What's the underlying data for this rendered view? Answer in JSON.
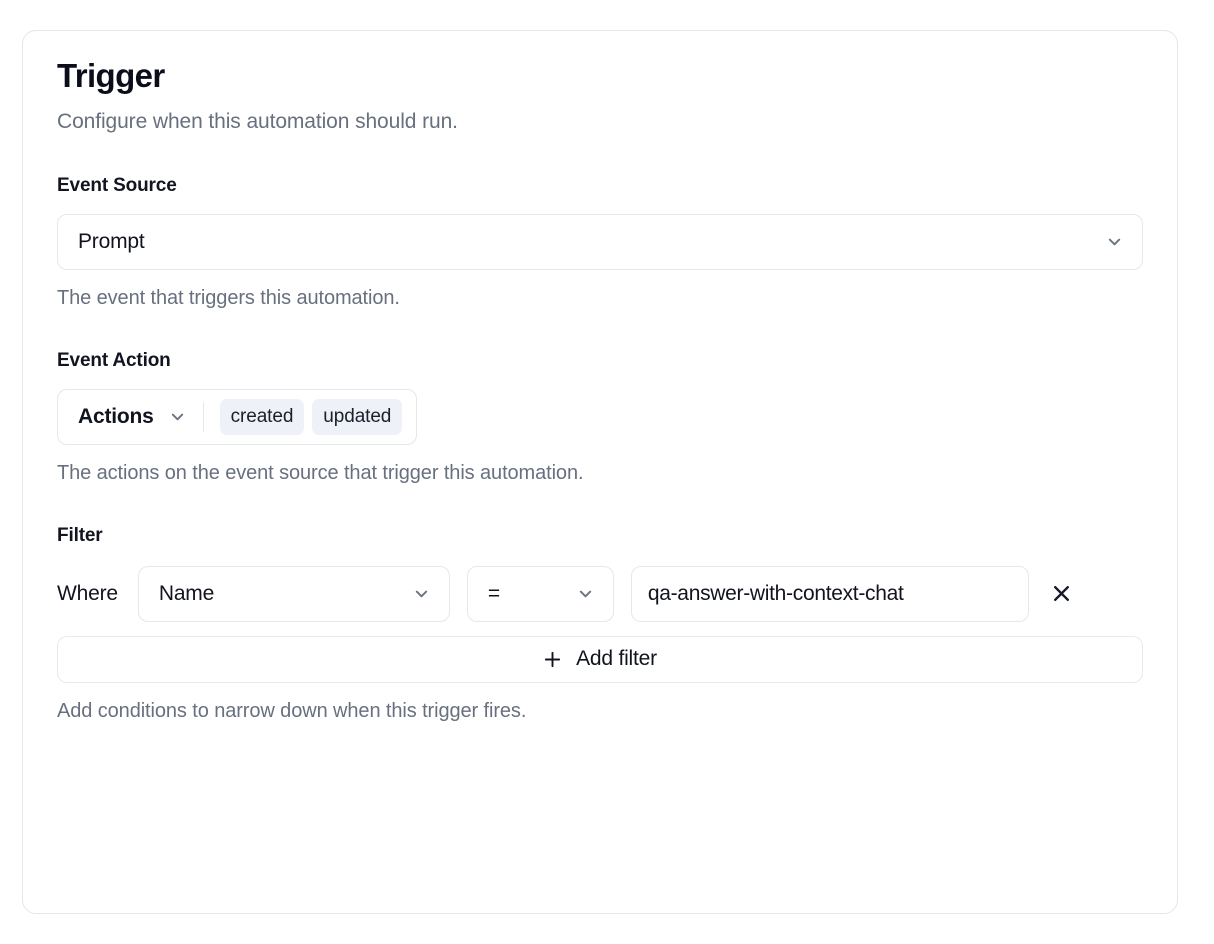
{
  "card": {
    "title": "Trigger",
    "subtitle": "Configure when this automation should run."
  },
  "event_source": {
    "label": "Event Source",
    "value": "Prompt",
    "help": "The event that triggers this automation.",
    "chevron_icon": "chevron-down-icon"
  },
  "event_action": {
    "label": "Event Action",
    "button_label": "Actions",
    "chevron_icon": "chevron-down-icon",
    "badges": [
      "created",
      "updated"
    ],
    "help": "The actions on the event source that trigger this automation."
  },
  "filter": {
    "label": "Filter",
    "where_label": "Where",
    "rows": [
      {
        "field": "Name",
        "operator": "=",
        "value": "qa-answer-with-context-chat",
        "remove_icon": "close-icon"
      }
    ],
    "add_label": "Add filter",
    "add_icon": "plus-icon",
    "help": "Add conditions to narrow down when this trigger fires."
  },
  "colors": {
    "card_border": "#e3e6ec",
    "control_border": "#e4e7ed",
    "badge_bg": "#eef1f7",
    "muted_text": "#68707f",
    "text": "#11141f"
  }
}
